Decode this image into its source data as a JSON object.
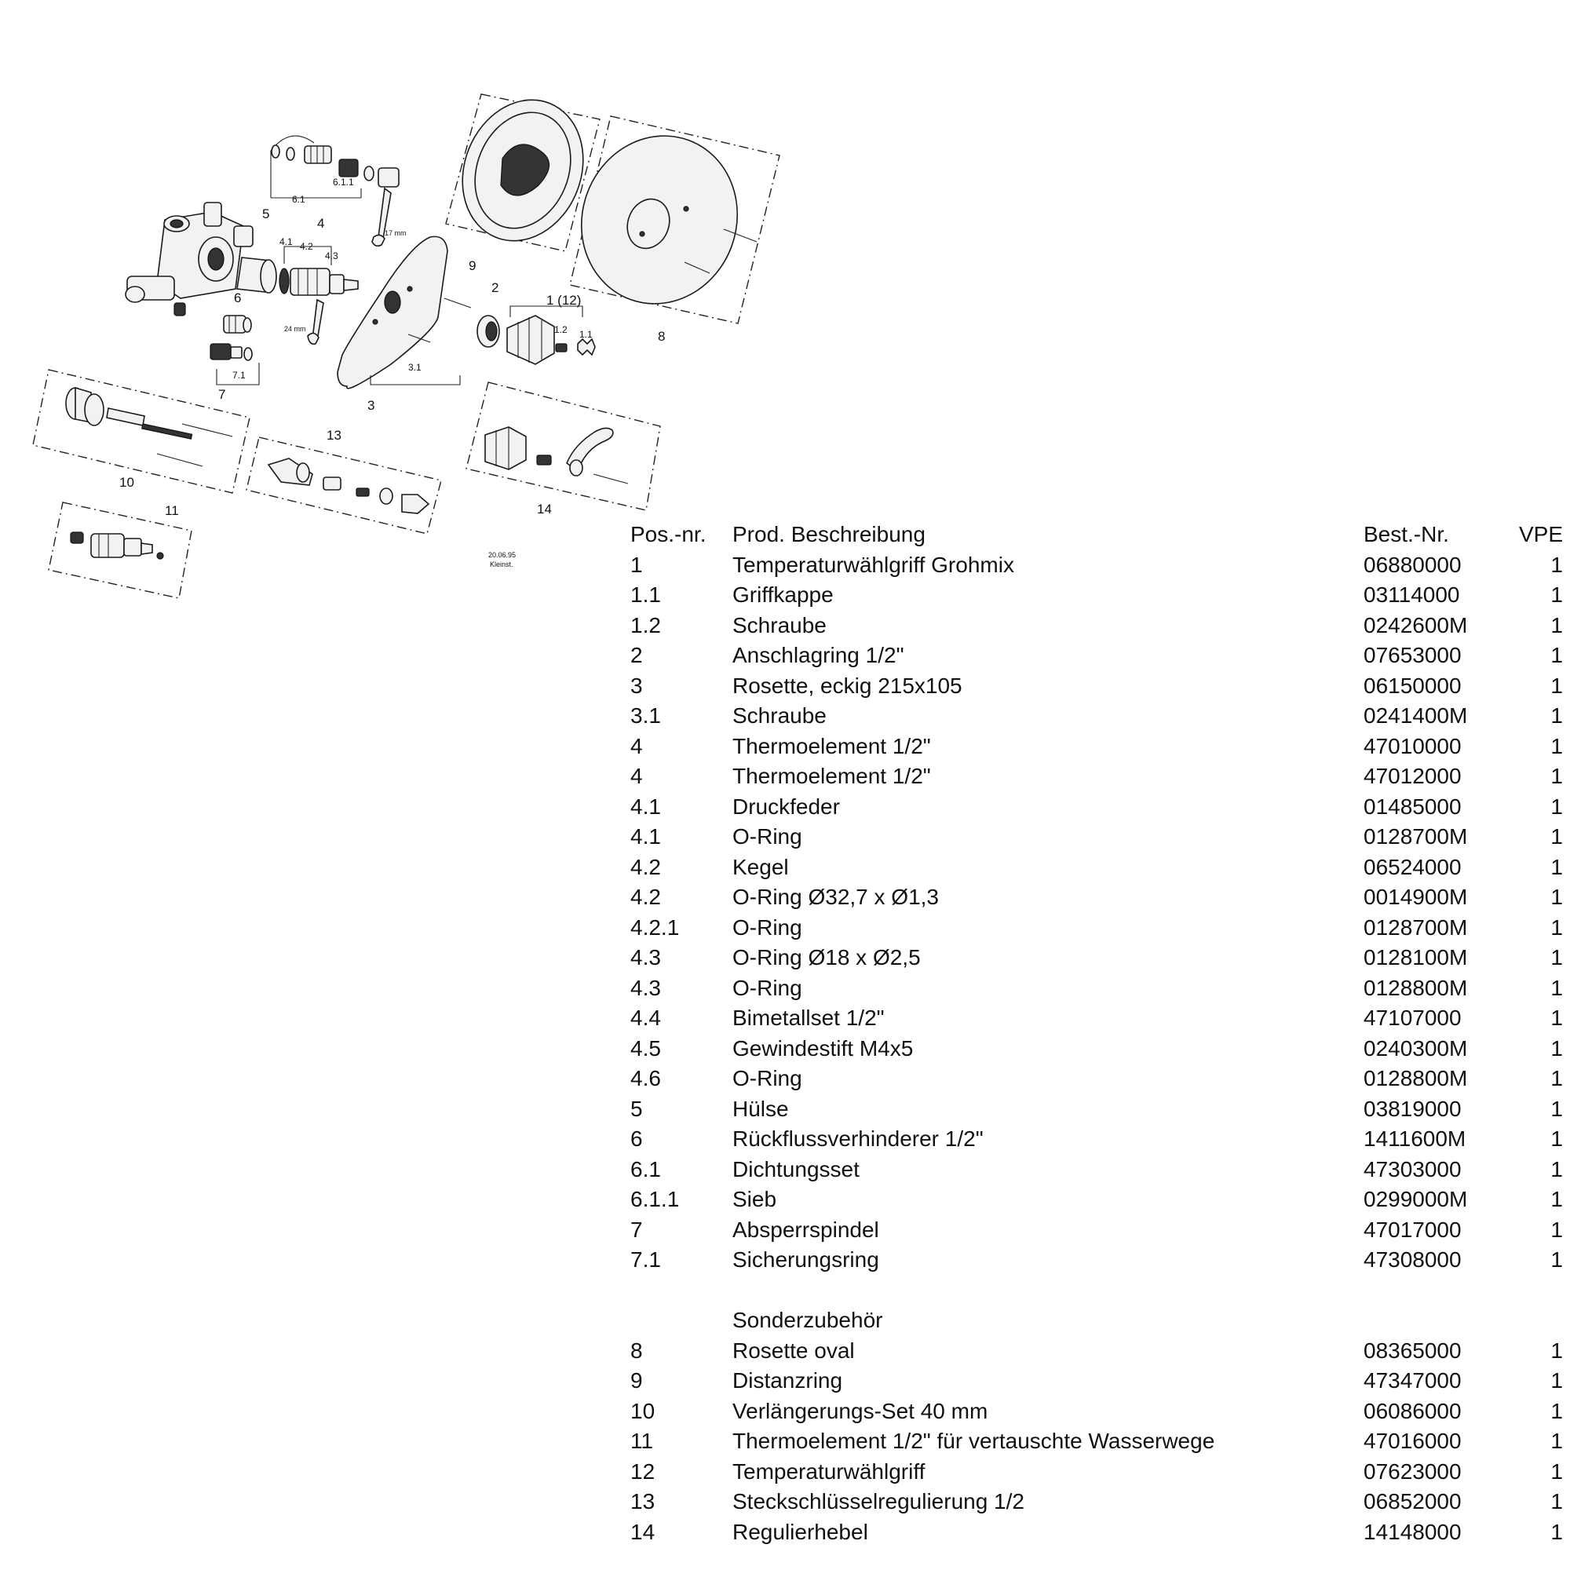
{
  "diagram": {
    "callouts": [
      "1 (12)",
      "1.1",
      "1.2",
      "2",
      "3",
      "3.1",
      "4",
      "4.1",
      "4.2",
      "4.3",
      "5",
      "6",
      "6.1",
      "6.1.1",
      "7",
      "7.1",
      "8",
      "9",
      "10",
      "11",
      "13",
      "14"
    ],
    "wrench_sizes": [
      "17 mm",
      "24 mm"
    ],
    "stamp": {
      "date": "20.06.95",
      "note": "Kleinst."
    }
  },
  "table": {
    "headers": {
      "pos": "Pos.-nr.",
      "desc": "Prod. Beschreibung",
      "best": "Best.-Nr.",
      "vpe": "VPE"
    },
    "rows": [
      {
        "pos": "1",
        "desc": "Temperaturwählgriff Grohmix",
        "best": "06880000",
        "vpe": "1"
      },
      {
        "pos": "1.1",
        "desc": "Griffkappe",
        "best": "03114000",
        "vpe": "1"
      },
      {
        "pos": "1.2",
        "desc": "Schraube",
        "best": "0242600M",
        "vpe": "1"
      },
      {
        "pos": "2",
        "desc": "Anschlagring 1/2\"",
        "best": "07653000",
        "vpe": "1"
      },
      {
        "pos": "3",
        "desc": "Rosette, eckig 215x105",
        "best": "06150000",
        "vpe": "1"
      },
      {
        "pos": "3.1",
        "desc": "Schraube",
        "best": "0241400M",
        "vpe": "1"
      },
      {
        "pos": "4",
        "desc": "Thermoelement 1/2\"",
        "best": "47010000",
        "vpe": "1"
      },
      {
        "pos": "4",
        "desc": "Thermoelement 1/2\"",
        "best": "47012000",
        "vpe": "1"
      },
      {
        "pos": "4.1",
        "desc": "Druckfeder",
        "best": "01485000",
        "vpe": "1"
      },
      {
        "pos": "4.1",
        "desc": "O-Ring",
        "best": "0128700M",
        "vpe": "1"
      },
      {
        "pos": "4.2",
        "desc": "Kegel",
        "best": "06524000",
        "vpe": "1"
      },
      {
        "pos": "4.2",
        "desc": "O-Ring Ø32,7 x Ø1,3",
        "best": "0014900M",
        "vpe": "1"
      },
      {
        "pos": "4.2.1",
        "desc": "O-Ring",
        "best": "0128700M",
        "vpe": "1"
      },
      {
        "pos": "4.3",
        "desc": "O-Ring Ø18 x Ø2,5",
        "best": "0128100M",
        "vpe": "1"
      },
      {
        "pos": "4.3",
        "desc": "O-Ring",
        "best": "0128800M",
        "vpe": "1"
      },
      {
        "pos": "4.4",
        "desc": "Bimetallset 1/2\"",
        "best": "47107000",
        "vpe": "1"
      },
      {
        "pos": "4.5",
        "desc": "Gewindestift M4x5",
        "best": "0240300M",
        "vpe": "1"
      },
      {
        "pos": "4.6",
        "desc": "O-Ring",
        "best": "0128800M",
        "vpe": "1"
      },
      {
        "pos": "5",
        "desc": "Hülse",
        "best": "03819000",
        "vpe": "1"
      },
      {
        "pos": "6",
        "desc": "Rückflussverhinderer 1/2\"",
        "best": "1411600M",
        "vpe": "1"
      },
      {
        "pos": "6.1",
        "desc": "Dichtungsset",
        "best": "47303000",
        "vpe": "1"
      },
      {
        "pos": "6.1.1",
        "desc": "Sieb",
        "best": "0299000M",
        "vpe": "1"
      },
      {
        "pos": "7",
        "desc": "Absperrspindel",
        "best": "47017000",
        "vpe": "1"
      },
      {
        "pos": "7.1",
        "desc": "Sicherungsring",
        "best": "47308000",
        "vpe": "1"
      }
    ],
    "section_title": "Sonderzubehör",
    "accessory_rows": [
      {
        "pos": "8",
        "desc": "Rosette oval",
        "best": "08365000",
        "vpe": "1"
      },
      {
        "pos": "9",
        "desc": "Distanzring",
        "best": "47347000",
        "vpe": "1"
      },
      {
        "pos": "10",
        "desc": "Verlängerungs-Set 40 mm",
        "best": "06086000",
        "vpe": "1"
      },
      {
        "pos": "11",
        "desc": "Thermoelement 1/2\" für vertauschte Wasserwege",
        "best": "47016000",
        "vpe": "1"
      },
      {
        "pos": "12",
        "desc": "Temperaturwählgriff",
        "best": "07623000",
        "vpe": "1"
      },
      {
        "pos": "13",
        "desc": "Steckschlüsselregulierung 1/2",
        "best": "06852000",
        "vpe": "1"
      },
      {
        "pos": "14",
        "desc": "Regulierhebel",
        "best": "14148000",
        "vpe": "1"
      }
    ]
  }
}
